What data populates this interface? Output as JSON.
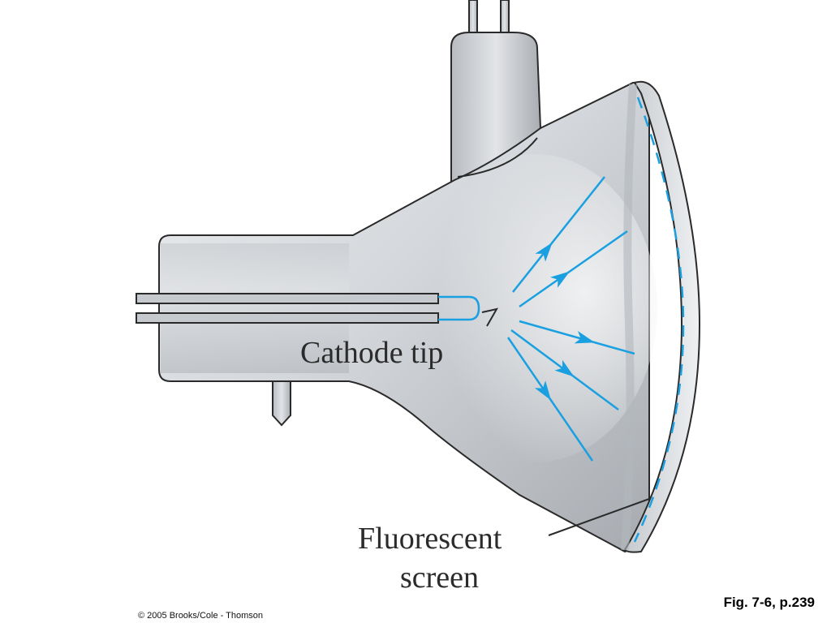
{
  "diagram": {
    "labels": {
      "cathode": "Cathode tip",
      "screen_line1": "Fluorescent",
      "screen_line2": "screen"
    },
    "colors": {
      "glass_light": "#e8eaec",
      "glass_mid": "#c9ccd0",
      "glass_dark": "#a3a7ac",
      "outline": "#2a2a2a",
      "rays": "#1aa0e0"
    }
  },
  "footer": {
    "credit": "© 2005 Brooks/Cole - Thomson",
    "figure_ref": "Fig. 7-6, p.239"
  }
}
